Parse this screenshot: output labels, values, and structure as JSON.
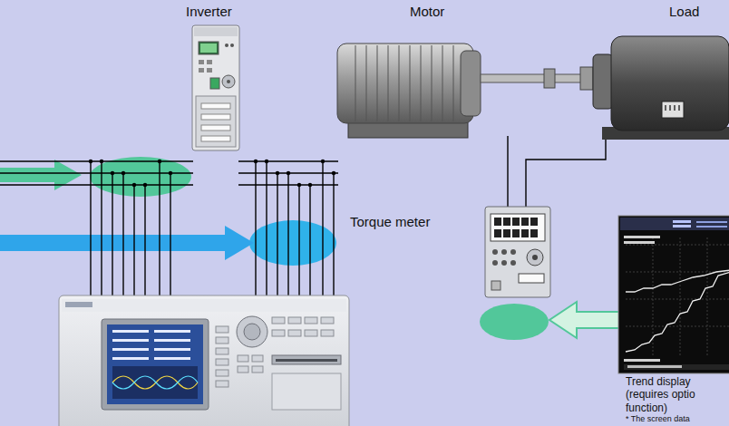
{
  "diagram": {
    "labels": [
      "Inverter",
      "Motor",
      "Load",
      "Torque meter",
      "Trend display (requires optio function)",
      "* The screen data"
    ]
  }
}
